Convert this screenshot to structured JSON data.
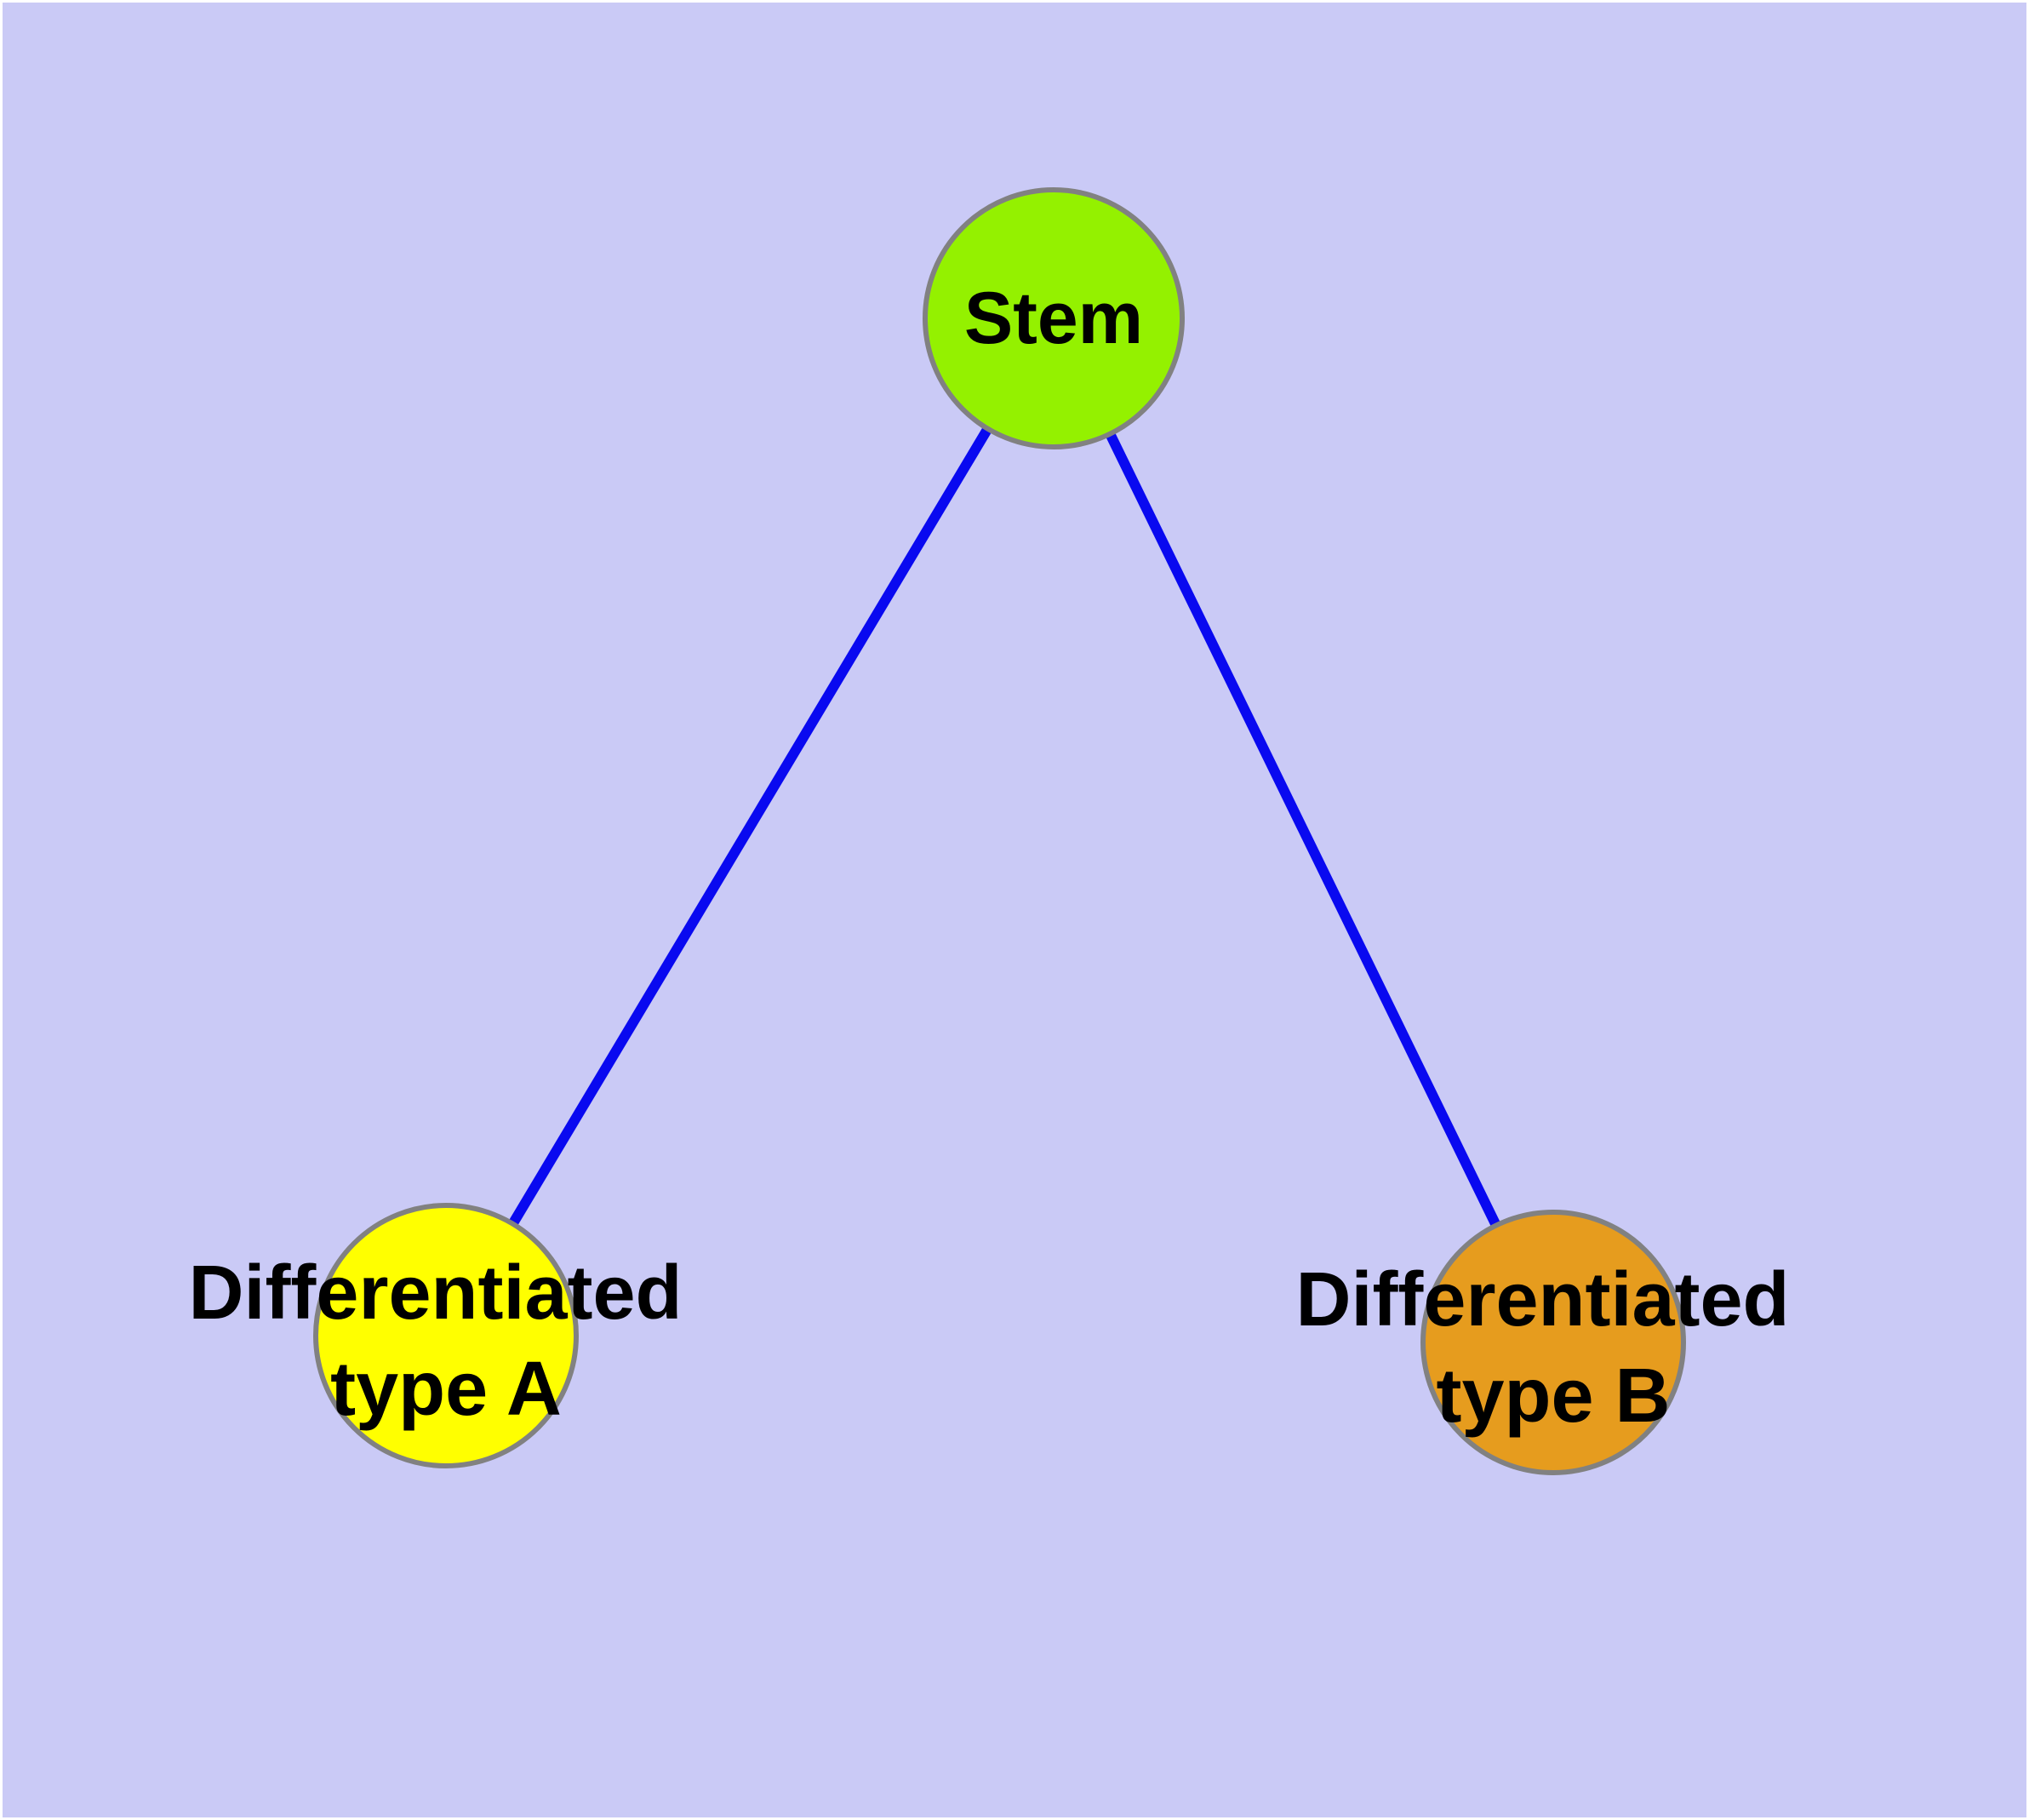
{
  "canvas": {
    "background_color": "#cacaf6",
    "border_color": "#ffffff"
  },
  "graph": {
    "edge_color": "#0909f0",
    "node_border_color": "#818181",
    "text_color": "#000000",
    "nodes": [
      {
        "id": "stem",
        "label": "Stem",
        "fill": "#94f100"
      },
      {
        "id": "differentiated-type-a",
        "label_line1": "Differentiated",
        "label_line2": "type A",
        "fill": "#ffff00"
      },
      {
        "id": "differentiated-type-b",
        "label_line1": "Differentiated",
        "label_line2": "type B",
        "fill": "#e69c1e"
      }
    ],
    "edges": [
      {
        "from": "stem",
        "to": "differentiated-type-a"
      },
      {
        "from": "stem",
        "to": "differentiated-type-b"
      }
    ]
  }
}
